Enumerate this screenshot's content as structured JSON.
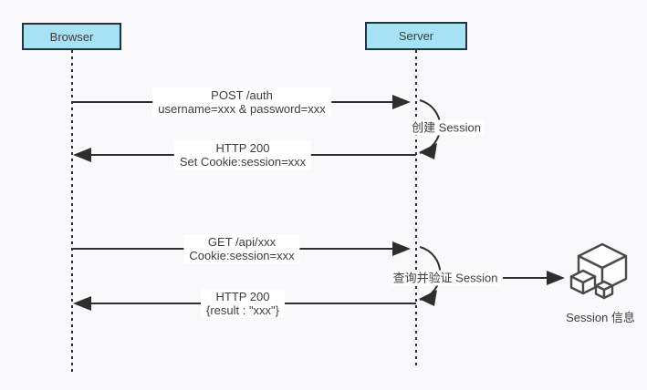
{
  "diagram": {
    "actors": [
      {
        "label": "Browser"
      },
      {
        "label": "Server"
      }
    ],
    "messages": [
      {
        "line1": "POST /auth",
        "line2": "username=xxx & password=xxx",
        "direction": "browser-to-server"
      },
      {
        "line1": "HTTP 200",
        "line2": "Set Cookie:session=xxx",
        "direction": "server-to-browser"
      },
      {
        "line1": "GET /api/xxx",
        "line2": "Cookie:session=xxx",
        "direction": "browser-to-server"
      },
      {
        "line1": "HTTP 200",
        "line2": "{result : \"xxx\"}",
        "direction": "server-to-browser"
      }
    ],
    "annotations": [
      {
        "label": "创建 Session"
      },
      {
        "label": "查询并验证 Session"
      }
    ],
    "datastore": {
      "label": "Session 信息",
      "icon": "cubes-icon"
    },
    "colors": {
      "background": "#f9f9fb",
      "actor_fill": "#a6e1f4",
      "actor_border": "#233240",
      "line": "#2e2e2e",
      "text": "#3d3d3d"
    }
  }
}
